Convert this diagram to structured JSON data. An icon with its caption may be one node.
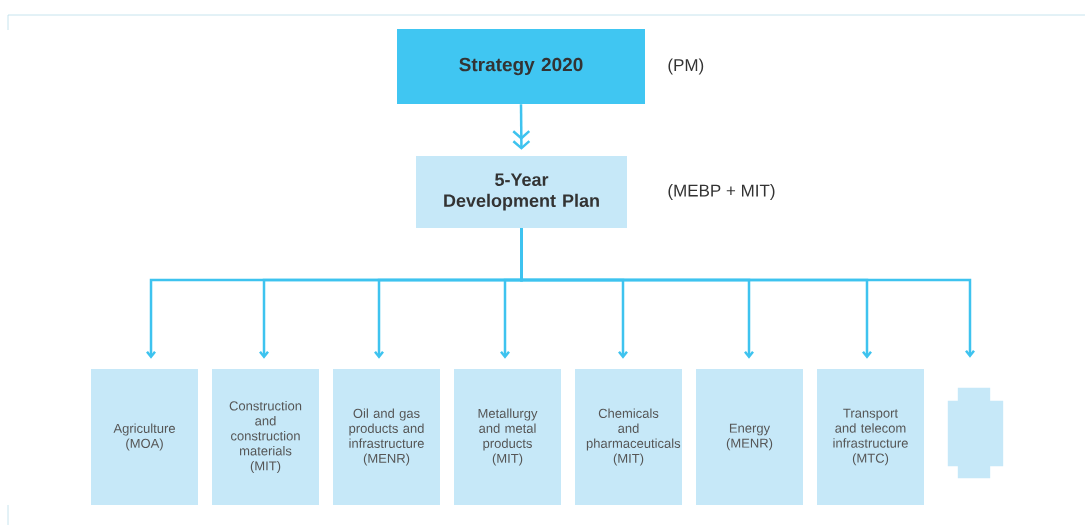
{
  "diagram": {
    "nodes": [
      {
        "text": [
          "Strategy 2020"
        ],
        "beside": [
          "(PM)"
        ]
      },
      {
        "text": [
          "5-Year Development Plan"
        ],
        "beside": [
          "(MEBP + MIT)"
        ]
      },
      {
        "text": [
          "Agriculture (MOA)"
        ]
      },
      {
        "text": [
          "Construction and construction materials (MIT)"
        ]
      },
      {
        "text": [
          "Oil and gas products and infrastructure (MENR)"
        ]
      },
      {
        "text": [
          "Metallurgy and metal products (MIT)"
        ]
      },
      {
        "text": [
          "Chemicals and pharmaceuticals (MIT)"
        ]
      },
      {
        "text": [
          "Energy (MENR)"
        ]
      },
      {
        "text": [
          "Transport and telecom infrastructure (MTC)"
        ]
      },
      {
        "text": [],
        "shape": "cross"
      }
    ],
    "edges": [
      {
        "from": 0,
        "to": 1,
        "arrow": "to"
      },
      {
        "from": 1,
        "to": 2,
        "arrow": "to"
      },
      {
        "from": 1,
        "to": 3,
        "arrow": "to"
      },
      {
        "from": 1,
        "to": 4,
        "arrow": "to"
      },
      {
        "from": 1,
        "to": 5,
        "arrow": "to"
      },
      {
        "from": 1,
        "to": 6,
        "arrow": "to"
      },
      {
        "from": 1,
        "to": 7,
        "arrow": "to"
      },
      {
        "from": 1,
        "to": 8,
        "arrow": "to"
      },
      {
        "from": 1,
        "to": 9,
        "arrow": "to"
      }
    ]
  }
}
